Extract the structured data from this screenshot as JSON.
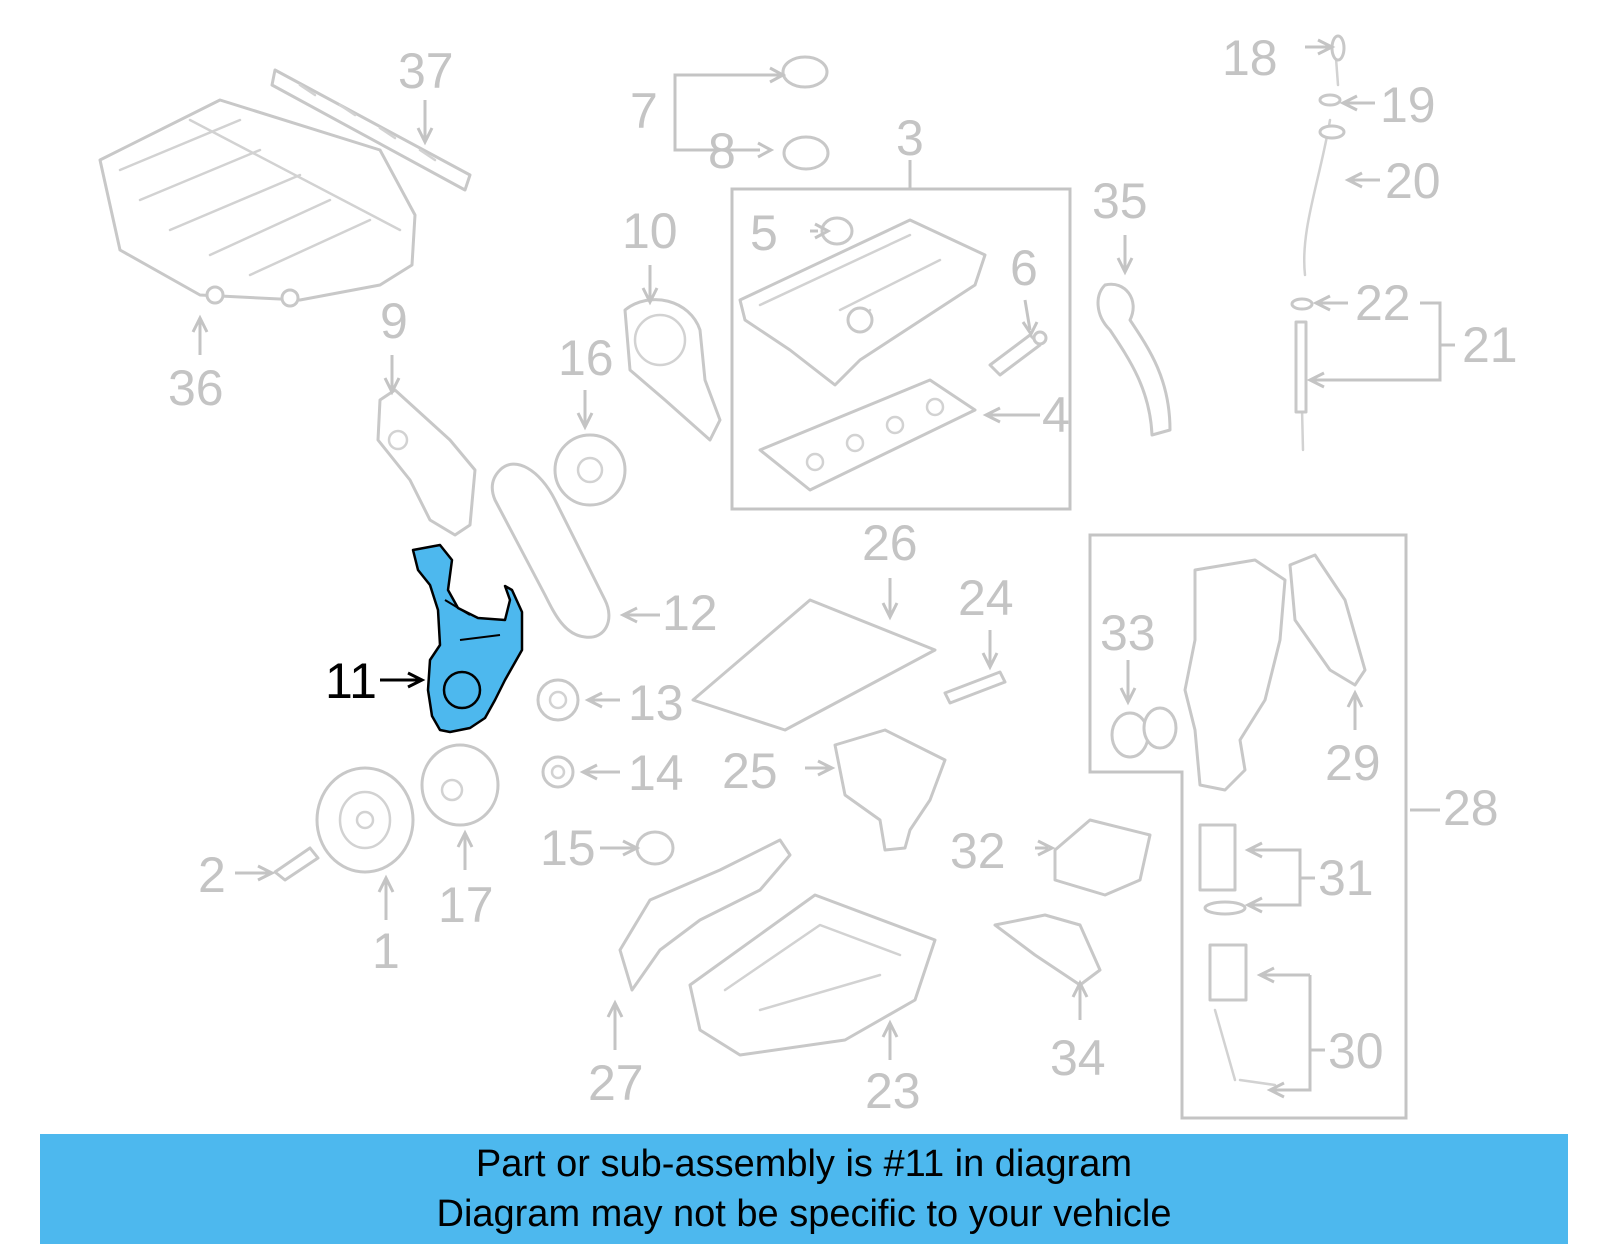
{
  "diagram": {
    "callouts": [
      "1",
      "2",
      "3",
      "4",
      "5",
      "6",
      "7",
      "8",
      "9",
      "10",
      "11",
      "12",
      "13",
      "14",
      "15",
      "16",
      "17",
      "18",
      "19",
      "20",
      "21",
      "22",
      "23",
      "24",
      "25",
      "26",
      "27",
      "28",
      "29",
      "30",
      "31",
      "32",
      "33",
      "34",
      "35",
      "36",
      "37"
    ],
    "highlighted_part": "11",
    "highlight_color": "#4db8ee",
    "line_color": "#c4c4c4"
  },
  "banner": {
    "line1": "Part or sub-assembly is #11 in diagram",
    "line2": "Diagram may not be specific to your vehicle",
    "background": "#4db8ee"
  }
}
